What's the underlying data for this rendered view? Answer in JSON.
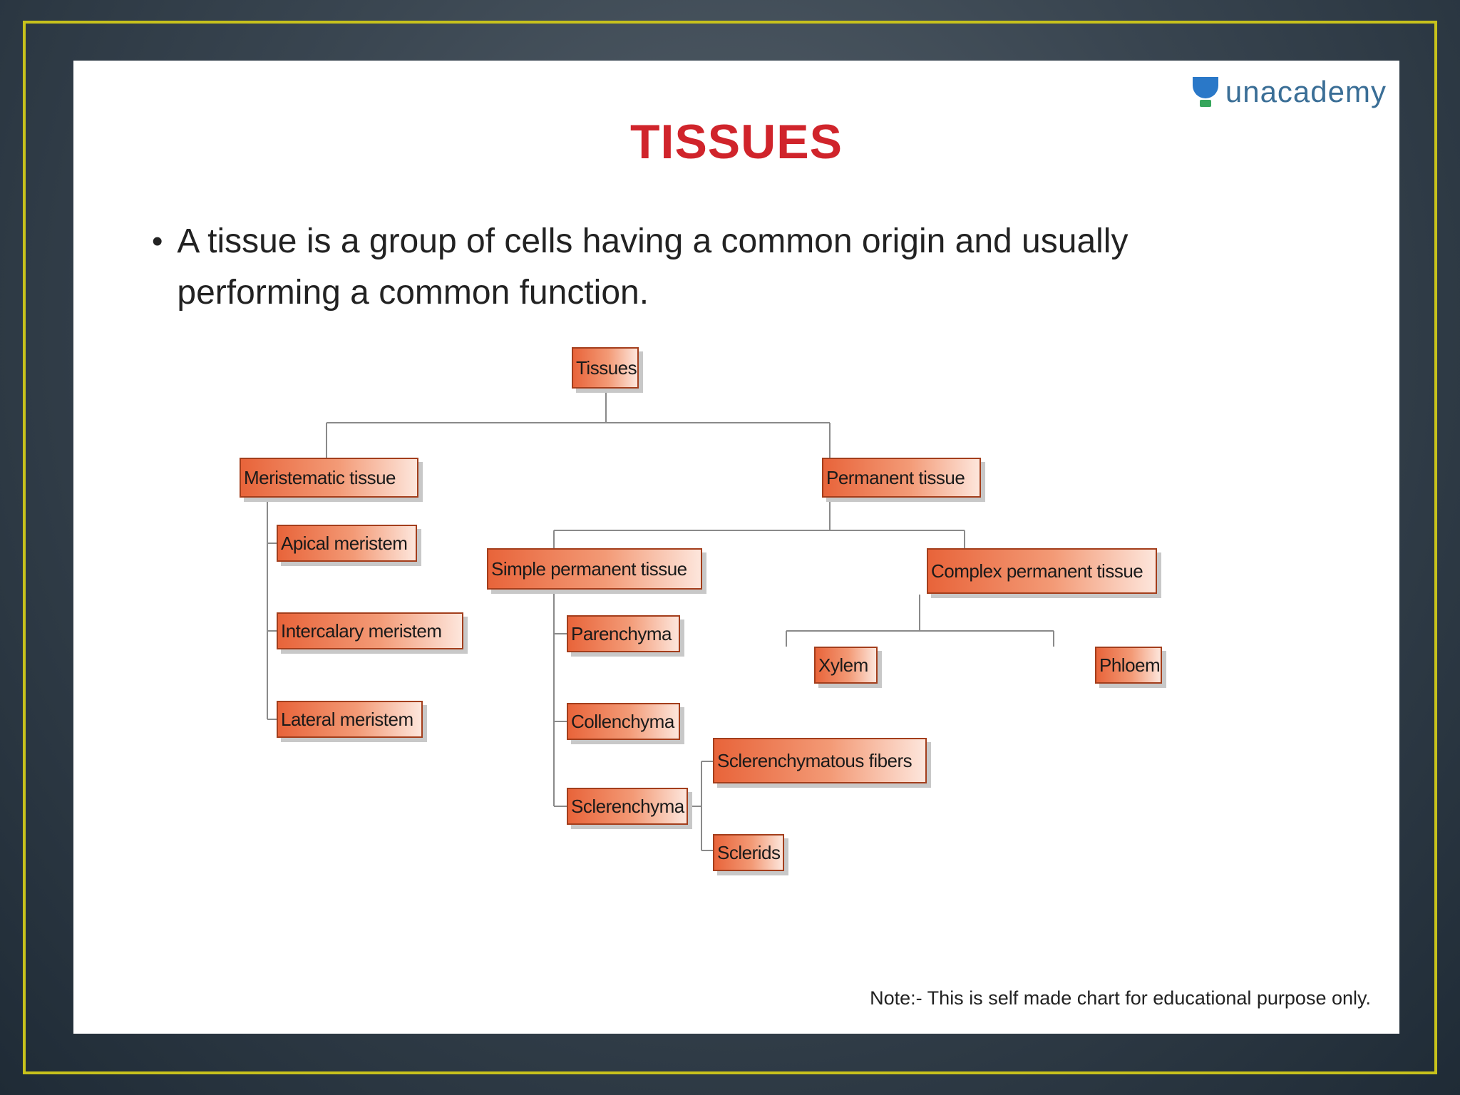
{
  "brand": {
    "name": "unacademy",
    "accent": "#3a6e96"
  },
  "slide": {
    "title": "TISSUES",
    "bullet": "A tissue is a group of cells having a common origin and usually performing a common function.",
    "note": "Note:- This is self made chart for educational purpose only."
  },
  "diagram": {
    "root": "Tissues",
    "meristematic": {
      "label": "Meristematic tissue",
      "children": [
        "Apical meristem",
        "Intercalary meristem",
        "Lateral meristem"
      ]
    },
    "permanent": {
      "label": "Permanent tissue",
      "simple": {
        "label": "Simple permanent tissue",
        "children": [
          "Parenchyma",
          "Collenchyma",
          "Sclerenchyma"
        ],
        "sclerenchyma_children": [
          "Sclerenchymatous fibers",
          "Sclerids"
        ]
      },
      "complex": {
        "label": "Complex permanent tissue",
        "children": [
          "Xylem",
          "Phloem"
        ]
      }
    }
  },
  "colors": {
    "title": "#d0242b",
    "box_start": "#e8643a",
    "box_border": "#a33e1c",
    "frame": "#c8c21c"
  }
}
